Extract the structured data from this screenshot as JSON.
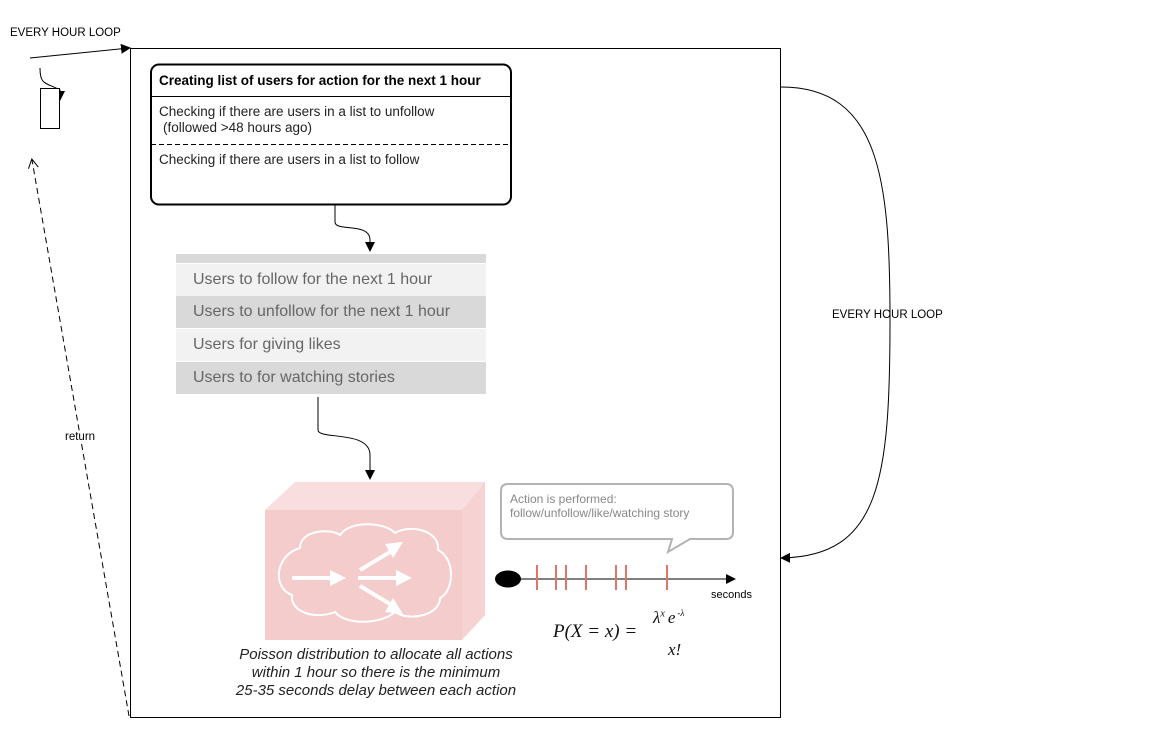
{
  "top_loop_label": "EVERY HOUR LOOP",
  "right_loop_label": "EVERY HOUR LOOP",
  "return_label": "return",
  "card": {
    "title": "Creating list of users for action for the next 1 hour",
    "line1": "Checking if there are users in a list to unfollow",
    "line1b": "(followed >48 hours ago)",
    "line2": "Checking if there are users in a list to follow"
  },
  "user_lists": [
    "Users to follow for the next 1 hour",
    "Users to unfollow for the next 1 hour",
    "Users for giving likes",
    "Users to for watching stories"
  ],
  "caption": {
    "line1": "Poisson distribution to allocate all actions",
    "line2": "within 1 hour so there is the minimum",
    "line3": "25-35 seconds delay between each action"
  },
  "callout": {
    "line1": "Action is performed:",
    "line2": "follow/unfollow/like/watching story"
  },
  "timeline_unit": "seconds",
  "formula": {
    "lhs": "P(X = x) =",
    "numerator": "λ",
    "numerator_sup": "x",
    "numerator_e": "e",
    "numerator_e_sup": "-λ",
    "denominator": "x!"
  },
  "colors": {
    "router_fill": "#f4cccc",
    "router_side": "#f8dede",
    "tick_color": "#e07766",
    "list_light": "#f2f2f2",
    "list_dark": "#d9d9d9"
  }
}
